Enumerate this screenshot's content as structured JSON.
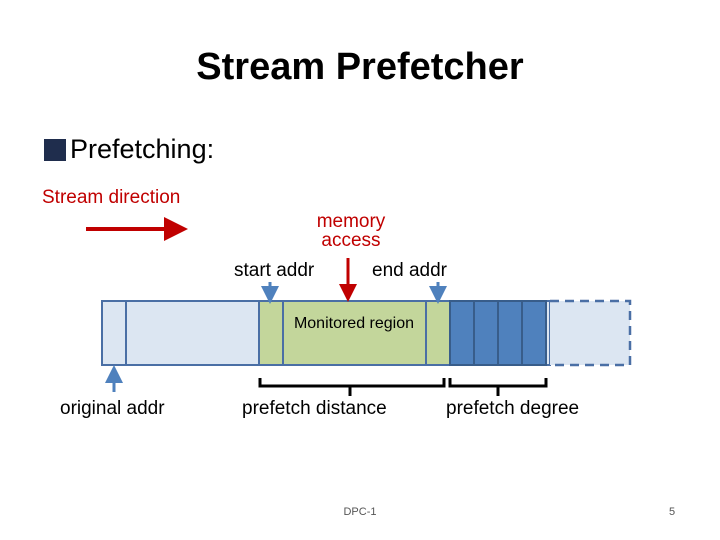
{
  "slide": {
    "title": "Stream Prefetcher",
    "bullet": "Prefetching:",
    "stream_direction": "Stream direction",
    "memory_access": "memory\naccess",
    "start_addr": "start addr",
    "end_addr": "end addr",
    "monitored_region": "Monitored region",
    "original_addr": "original addr",
    "prefetch_distance": "prefetch distance",
    "prefetch_degree": "prefetch degree",
    "footer": "DPC-1",
    "page_number": "5"
  },
  "colors": {
    "memory_light": "#dce6f2",
    "memory_border": "#4a6fa5",
    "monitored": "#c3d69b",
    "prefetch": "#4f81bd",
    "red_arrow": "#c00000",
    "blue_arrow": "#4f81bd"
  }
}
